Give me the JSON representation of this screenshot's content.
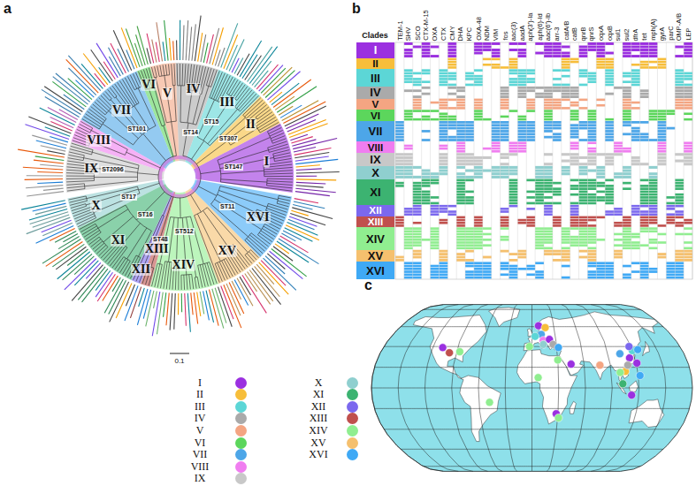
{
  "diagram": {
    "nodes": [
      {
        "text": [
          "I"
        ]
      },
      {
        "text": [
          "II"
        ]
      },
      {
        "text": [
          "III"
        ]
      },
      {
        "text": [
          "IV"
        ]
      },
      {
        "text": [
          "V"
        ]
      },
      {
        "text": [
          "VI"
        ]
      },
      {
        "text": [
          "VII"
        ]
      },
      {
        "text": [
          "VIII"
        ]
      },
      {
        "text": [
          "IX"
        ]
      },
      {
        "text": [
          "X"
        ]
      },
      {
        "text": [
          "XI"
        ]
      },
      {
        "text": [
          "XII"
        ]
      },
      {
        "text": [
          "XIII"
        ]
      },
      {
        "text": [
          "XIV"
        ]
      },
      {
        "text": [
          "XV"
        ]
      },
      {
        "text": [
          "XVI"
        ]
      }
    ],
    "labels": [
      "a",
      "b",
      "c",
      "Clades",
      "TEM-1",
      "SHV",
      "SCO",
      "CTX-M-15",
      "OXA",
      "CTX",
      "CMY",
      "DHA",
      "KPC",
      "OXA-48",
      "NDM",
      "VIM",
      "fos",
      "aac(3)",
      "aadA",
      "aph(3')-Ia",
      "aph(6)-Id",
      "aac(6')-Ib",
      "arr-3",
      "catA/B",
      "catB",
      "qnrB",
      "qnrS",
      "oqxA",
      "oqxB",
      "sul1",
      "sul2",
      "dfrA",
      "tet",
      "mph(A)",
      "gyrA",
      "parC",
      "OMP-A/B",
      "LEP",
      "I",
      "II",
      "III",
      "IV",
      "V",
      "VI",
      "VII",
      "VIII",
      "IX",
      "X",
      "XI",
      "XII",
      "XIII",
      "XIV",
      "XV",
      "XVI",
      "ST147",
      "ST307",
      "ST15",
      "ST14",
      "ST101",
      "ST2096",
      "ST17",
      "ST16",
      "ST48",
      "ST512",
      "ST11",
      "0.1"
    ],
    "legend": [
      {
        "text": "I",
        "color": "#9b30e0"
      },
      {
        "text": "II",
        "color": "#f7be3a"
      },
      {
        "text": "III",
        "color": "#5cd6d6"
      },
      {
        "text": "IV",
        "color": "#aaaaaa"
      },
      {
        "text": "V",
        "color": "#f4a582"
      },
      {
        "text": "VI",
        "color": "#5cd65c"
      },
      {
        "text": "VII",
        "color": "#4da6e8"
      },
      {
        "text": "VIII",
        "color": "#f07df0"
      },
      {
        "text": "IX",
        "color": "#c8c8c8"
      },
      {
        "text": "X",
        "color": "#8fcfcf"
      },
      {
        "text": "XI",
        "color": "#3cb371"
      },
      {
        "text": "XII",
        "color": "#7b68ee"
      },
      {
        "text": "XIII",
        "color": "#c0504d"
      },
      {
        "text": "XIV",
        "color": "#90ee90"
      },
      {
        "text": "XV",
        "color": "#f5c06e"
      },
      {
        "text": "XVI",
        "color": "#3fa9f5"
      }
    ]
  }
}
